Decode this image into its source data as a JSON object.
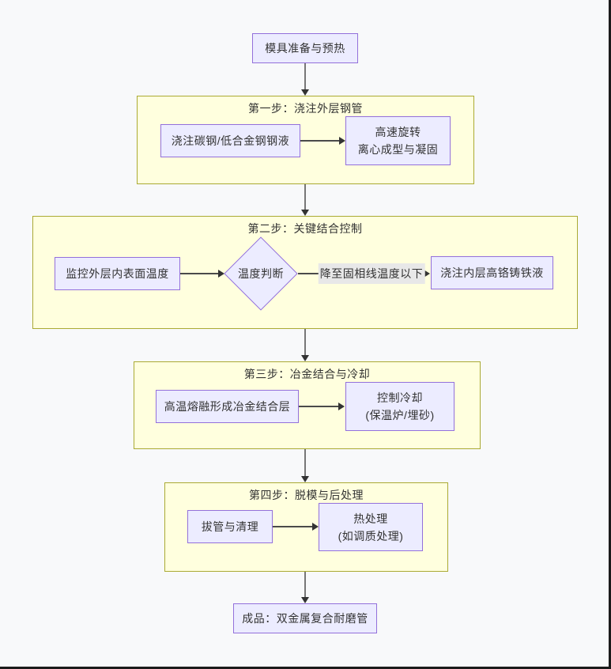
{
  "colors": {
    "bg": "#f8f9fa",
    "frame_border": "#1b1b1b",
    "node_fill": "#ececff",
    "node_border": "#9370db",
    "subgraph_fill": "#ffffde",
    "subgraph_border": "#aaaa33",
    "edge_label_bg": "#e8e8e8",
    "edge_line": "#777777",
    "edge_line_dark": "#4a4a4a",
    "arrow": "#333333",
    "text": "#333333"
  },
  "flowchart": {
    "start": "模具准备与预热",
    "step1": {
      "title": "第一步：浇注外层钢管",
      "pour_outer": "浇注碳钢/低合金钢钢液",
      "spin_line1": "高速旋转",
      "spin_line2": "离心成型与凝固"
    },
    "step2": {
      "title": "第二步：关键结合控制",
      "monitor": "监控外层内表面温度",
      "decision": "温度判断",
      "edge_label": "降至固相线温度以下",
      "pour_inner": "浇注内层高铬铸铁液"
    },
    "step3": {
      "title": "第三步：冶金结合与冷却",
      "bond": "高温熔融形成冶金结合层",
      "cool_line1": "控制冷却",
      "cool_line2": "(保温炉/埋砂)"
    },
    "step4": {
      "title": "第四步：脱模与后处理",
      "strip": "拔管与清理",
      "heat_line1": "热处理",
      "heat_line2": "(如调质处理)"
    },
    "end": "成品：双金属复合耐磨管"
  }
}
